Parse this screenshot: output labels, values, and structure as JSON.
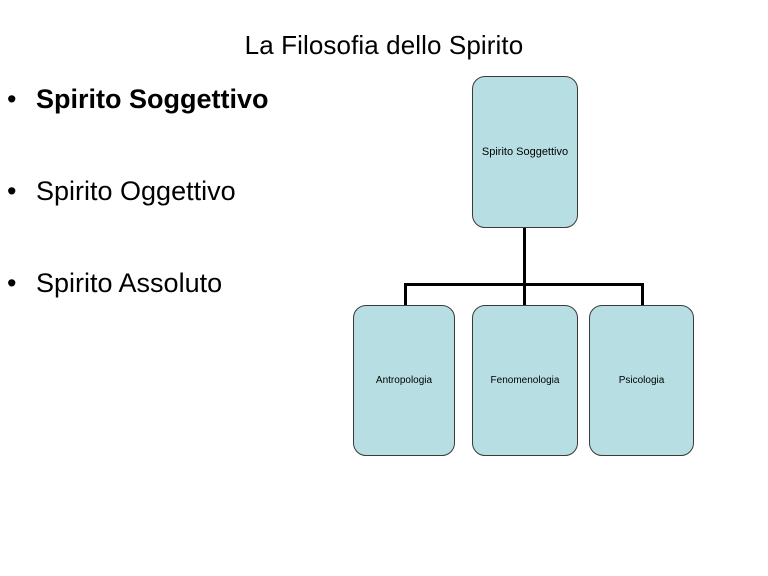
{
  "slide": {
    "title": "La Filosofia dello Spirito",
    "background_color": "#ffffff",
    "text_color": "#000000"
  },
  "bullets": [
    {
      "marker": "•",
      "text": "Spirito Soggettivo",
      "bold": true
    },
    {
      "marker": "•",
      "text": "Spirito Oggettivo",
      "bold": false
    },
    {
      "marker": "•",
      "text": "Spirito Assoluto",
      "bold": false
    }
  ],
  "diagram": {
    "type": "org-chart",
    "node_fill_color": "#b7dfe3",
    "node_border_color": "#3a3a3a",
    "connector_color": "#000000",
    "root": {
      "label": "Spirito Soggettivo"
    },
    "children": [
      {
        "label": "Antropologia"
      },
      {
        "label": "Fenomenologia"
      },
      {
        "label": "Psicologia"
      }
    ]
  }
}
